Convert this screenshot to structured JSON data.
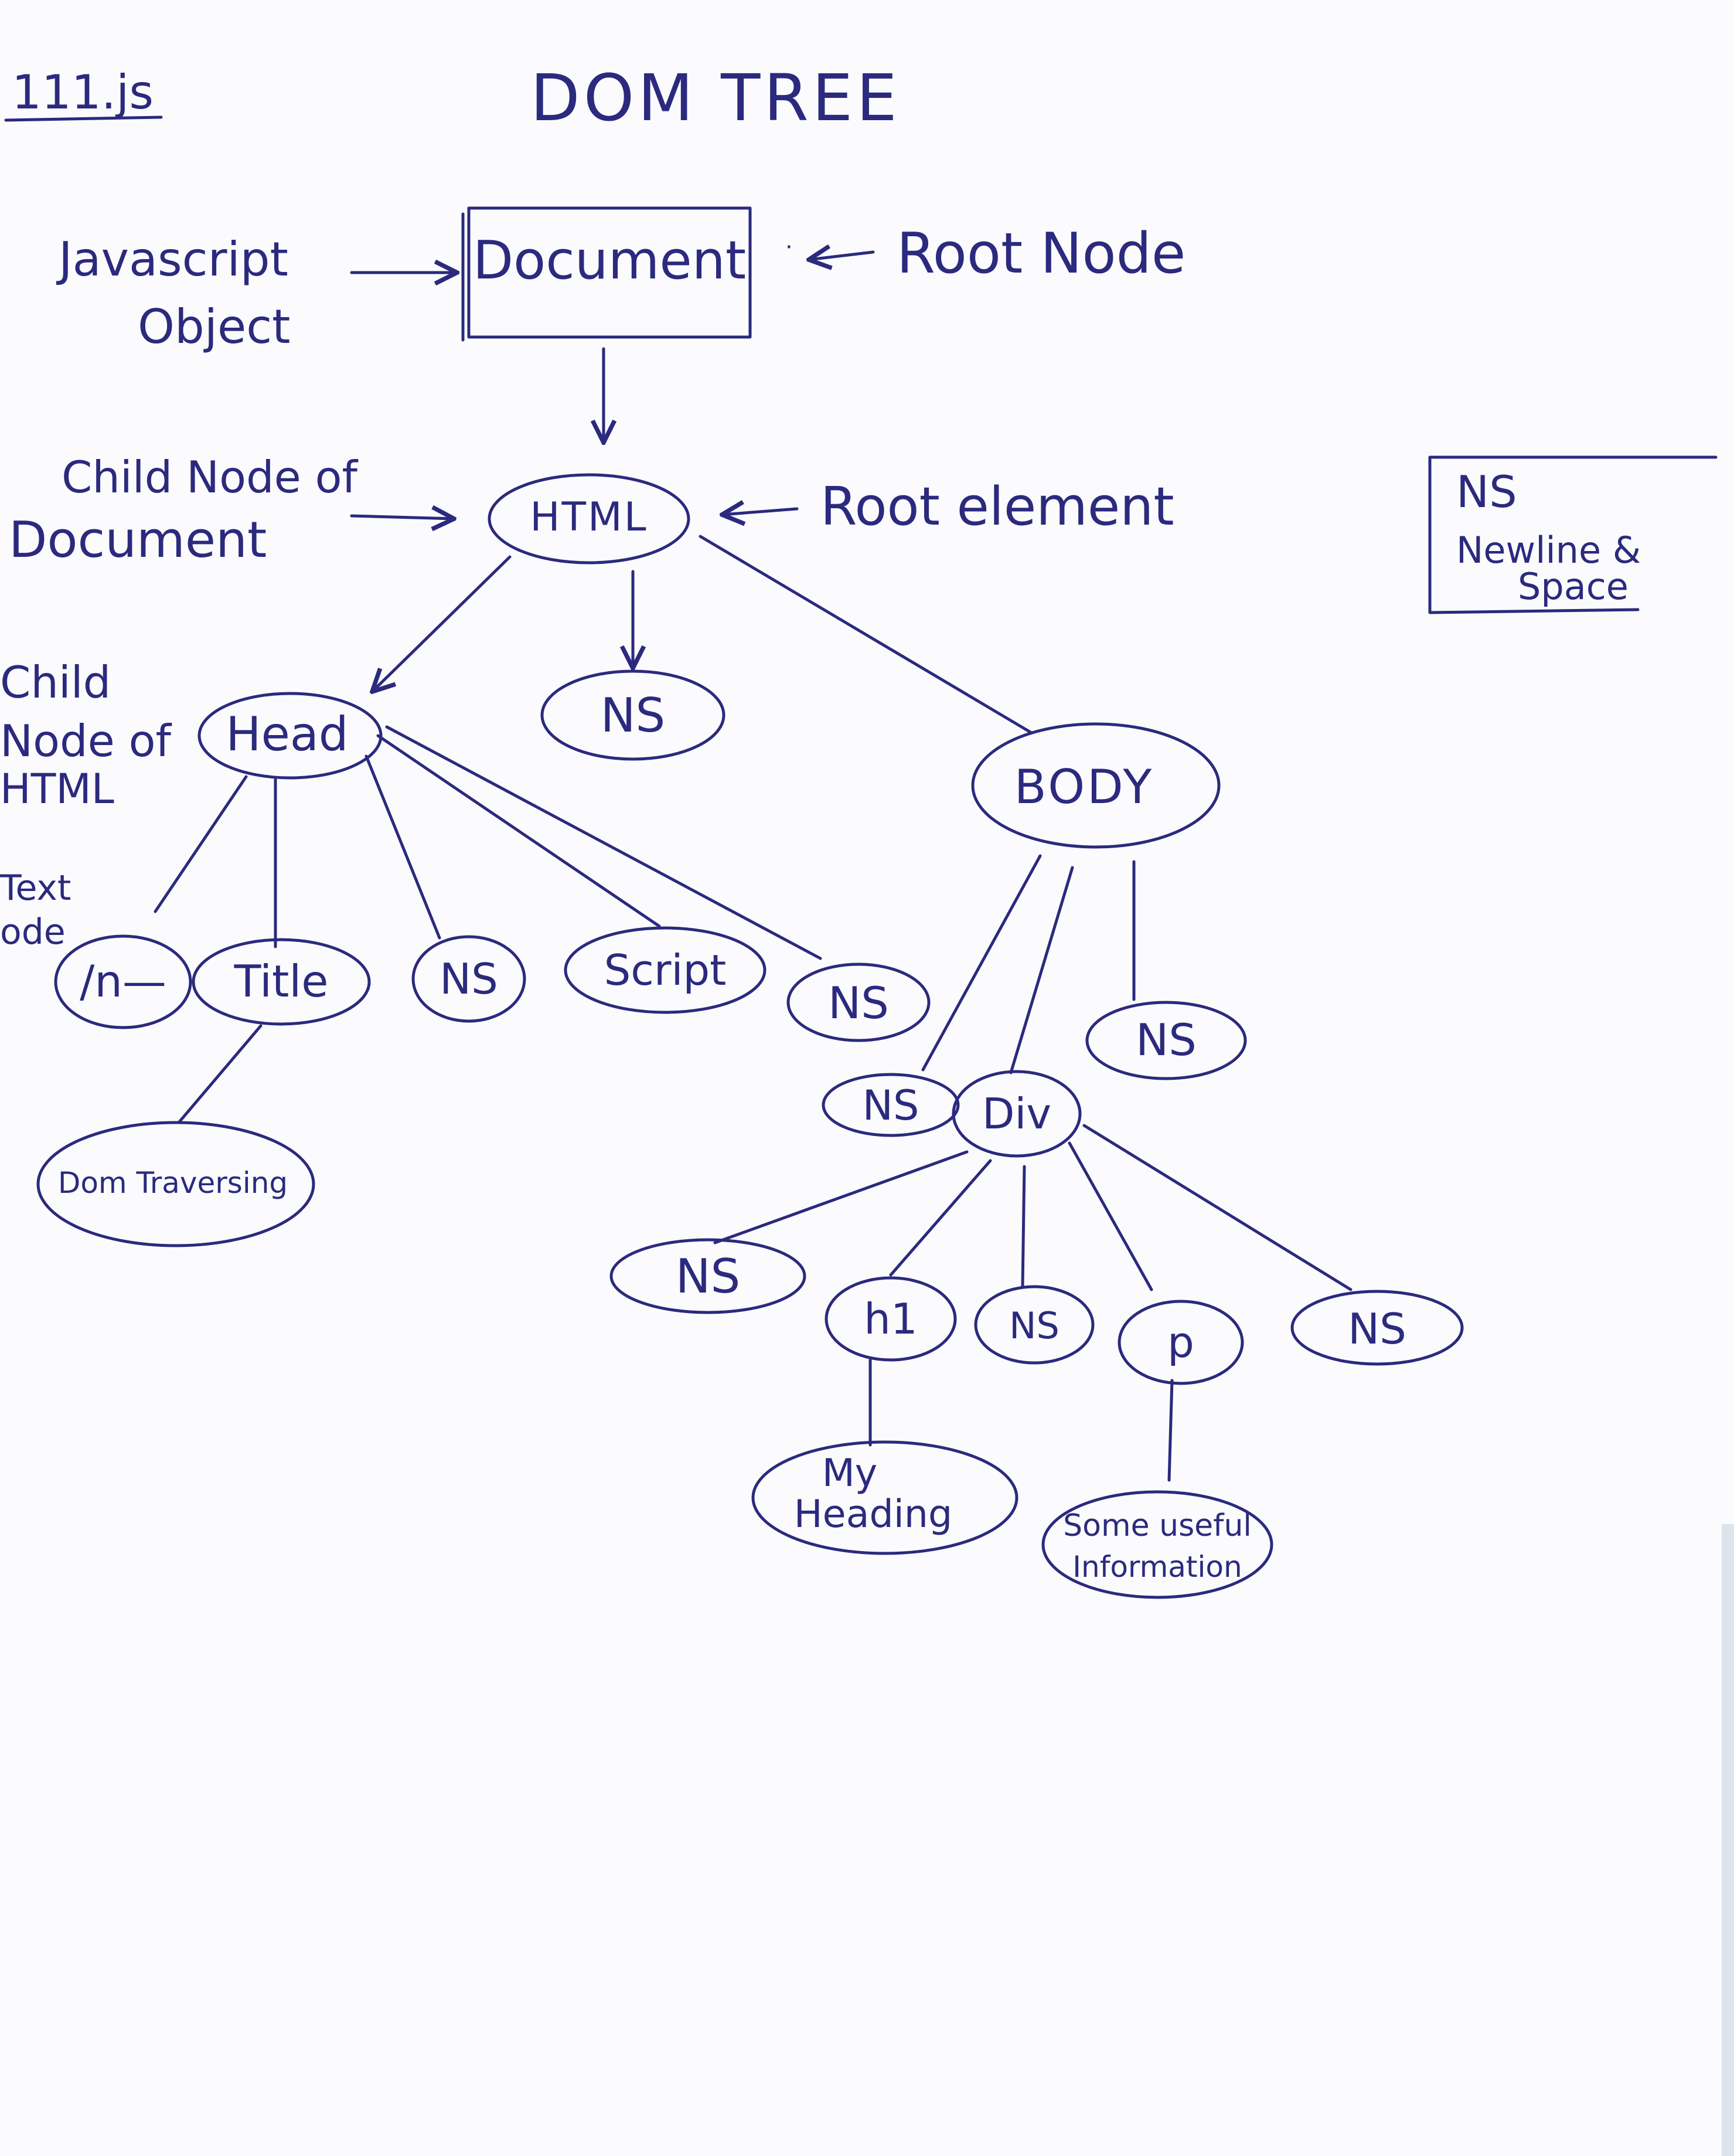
{
  "header": {
    "page_ref": "111.js",
    "title": "DOM TREE"
  },
  "annotations": {
    "javascript_object": [
      "Javascript",
      "Object"
    ],
    "root_node": "Root Node",
    "child_of_document": [
      "Child Node of",
      "Document"
    ],
    "root_element": "Root element",
    "child_of_html": [
      "Child",
      "Node of",
      "HTML"
    ],
    "text_node": [
      "Text",
      "ode"
    ]
  },
  "legend": {
    "abbr": "NS",
    "meaning": [
      "Newline &",
      "Space"
    ]
  },
  "nodes": {
    "document": "Document",
    "html": "HTML",
    "html_ns": "NS",
    "head": "Head",
    "body": "BODY",
    "head_text": "/n—",
    "title": "Title",
    "head_ns1": "NS",
    "script": "Script",
    "head_ns2": "NS",
    "title_text": "Dom Traversing",
    "body_ns1": "NS",
    "div": "Div",
    "body_ns2": "NS",
    "div_ns1": "NS",
    "h1": "h1",
    "div_ns2": "NS",
    "p": "p",
    "div_ns3": "NS",
    "h1_text": [
      "My",
      "Heading"
    ],
    "p_text": [
      "Some useful",
      "Information"
    ]
  }
}
